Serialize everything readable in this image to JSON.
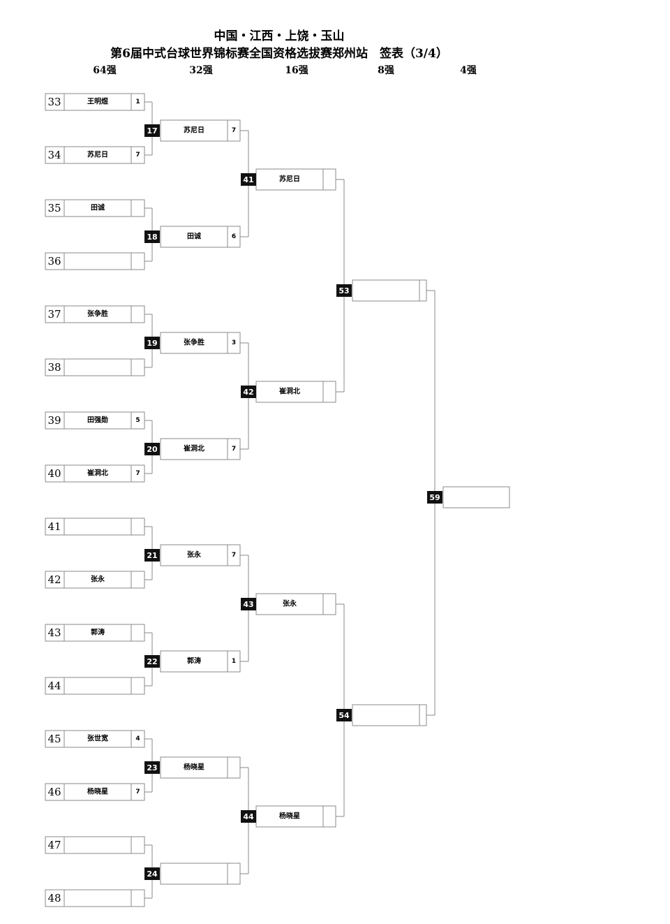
{
  "header": {
    "title_line1": "中国・江西・上饶・玉山",
    "title_line2": "第6届中式台球世界锦标赛全国资格选拔赛郑州站　签表（3/4）"
  },
  "rounds": [
    "64强",
    "32强",
    "16强",
    "8强",
    "4强"
  ],
  "first_round": [
    {
      "seed": "33",
      "name": "王明煜",
      "score": "1"
    },
    {
      "seed": "34",
      "name": "苏尼日",
      "score": "7"
    },
    {
      "seed": "35",
      "name": "田诚",
      "score": ""
    },
    {
      "seed": "36",
      "name": "",
      "score": ""
    },
    {
      "seed": "37",
      "name": "张争胜",
      "score": ""
    },
    {
      "seed": "38",
      "name": "",
      "score": ""
    },
    {
      "seed": "39",
      "name": "田强勋",
      "score": "5"
    },
    {
      "seed": "40",
      "name": "崔洞北",
      "score": "7"
    },
    {
      "seed": "41",
      "name": "",
      "score": ""
    },
    {
      "seed": "42",
      "name": "张永",
      "score": ""
    },
    {
      "seed": "43",
      "name": "郭涛",
      "score": ""
    },
    {
      "seed": "44",
      "name": "",
      "score": ""
    },
    {
      "seed": "45",
      "name": "张世宽",
      "score": "4"
    },
    {
      "seed": "46",
      "name": "杨晓星",
      "score": "7"
    },
    {
      "seed": "47",
      "name": "",
      "score": ""
    },
    {
      "seed": "48",
      "name": "",
      "score": ""
    }
  ],
  "round32": [
    {
      "match": "17",
      "name": "苏尼日",
      "score": "7"
    },
    {
      "match": "18",
      "name": "田诚",
      "score": "6"
    },
    {
      "match": "19",
      "name": "张争胜",
      "score": "3"
    },
    {
      "match": "20",
      "name": "崔洞北",
      "score": "7"
    },
    {
      "match": "21",
      "name": "张永",
      "score": "7"
    },
    {
      "match": "22",
      "name": "郭涛",
      "score": "1"
    },
    {
      "match": "23",
      "name": "杨晓星",
      "score": ""
    },
    {
      "match": "24",
      "name": "",
      "score": ""
    }
  ],
  "round16": [
    {
      "match": "41",
      "name": "苏尼日",
      "score": ""
    },
    {
      "match": "42",
      "name": "崔洞北",
      "score": ""
    },
    {
      "match": "43",
      "name": "张永",
      "score": ""
    },
    {
      "match": "44",
      "name": "杨晓星",
      "score": ""
    }
  ],
  "round8": [
    {
      "match": "53",
      "name": "",
      "score": ""
    },
    {
      "match": "54",
      "name": "",
      "score": ""
    }
  ],
  "round4": [
    {
      "match": "59",
      "name": ""
    }
  ]
}
